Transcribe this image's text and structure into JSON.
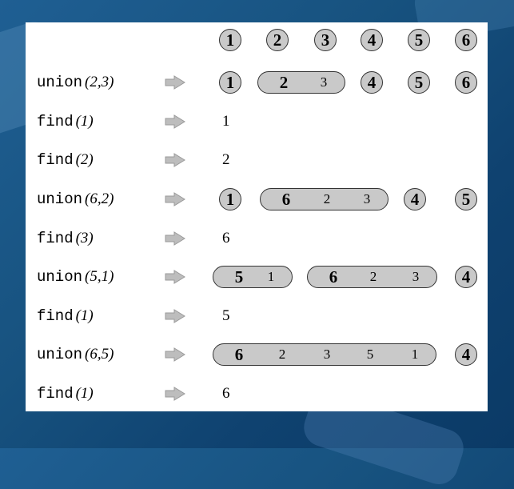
{
  "header_nodes": [
    "1",
    "2",
    "3",
    "4",
    "5",
    "6"
  ],
  "rows": [
    {
      "op": "union",
      "args": "(2,3)",
      "result": {
        "groups": [
          [
            "1"
          ],
          [
            "2",
            "3"
          ],
          [
            "4"
          ],
          [
            "5"
          ],
          [
            "6"
          ]
        ]
      }
    },
    {
      "op": "find",
      "args": "(1)",
      "result": {
        "text": "1"
      }
    },
    {
      "op": "find",
      "args": "(2)",
      "result": {
        "text": "2"
      }
    },
    {
      "op": "union",
      "args": "(6,2)",
      "result": {
        "groups": [
          [
            "1"
          ],
          [
            "6",
            "2",
            "3"
          ],
          [
            "4"
          ],
          [
            "5"
          ]
        ]
      }
    },
    {
      "op": "find",
      "args": "(3)",
      "result": {
        "text": "6"
      }
    },
    {
      "op": "union",
      "args": "(5,1)",
      "result": {
        "groups": [
          [
            "5",
            "1"
          ],
          [
            "6",
            "2",
            "3"
          ],
          [
            "4"
          ]
        ]
      }
    },
    {
      "op": "find",
      "args": "(1)",
      "result": {
        "text": "5"
      }
    },
    {
      "op": "union",
      "args": "(6,5)",
      "result": {
        "groups": [
          [
            "6",
            "2",
            "3",
            "5",
            "1"
          ],
          [
            "4"
          ]
        ]
      }
    },
    {
      "op": "find",
      "args": "(1)",
      "result": {
        "text": "6"
      }
    }
  ],
  "colors": {
    "node_fill": "#c9c9c9",
    "node_border": "#333333",
    "arrow": "#bdbdbd",
    "background": "#17527f"
  }
}
